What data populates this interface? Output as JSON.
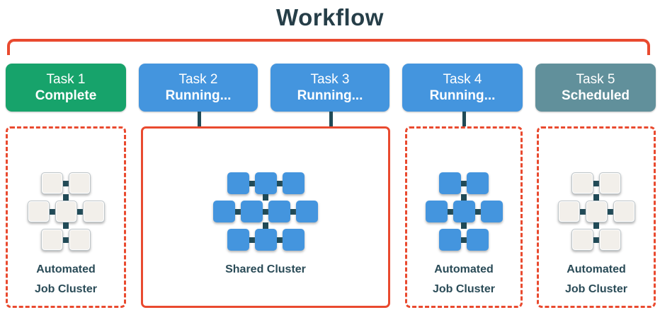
{
  "title": "Workflow",
  "tasks": [
    {
      "name": "Task 1",
      "status": "Complete",
      "state": "complete"
    },
    {
      "name": "Task 2",
      "status": "Running...",
      "state": "running"
    },
    {
      "name": "Task 3",
      "status": "Running...",
      "state": "running"
    },
    {
      "name": "Task 4",
      "status": "Running...",
      "state": "running"
    },
    {
      "name": "Task 5",
      "status": "Scheduled",
      "state": "scheduled"
    }
  ],
  "clusters": [
    {
      "label_line1": "Automated",
      "label_line2": "Job Cluster",
      "nodes": "idle",
      "rows": [
        2,
        3,
        2
      ],
      "border": "dashed"
    },
    {
      "label_line1": "Shared Cluster",
      "label_line2": "",
      "nodes": "active",
      "rows": [
        3,
        4,
        3
      ],
      "border": "solid"
    },
    {
      "label_line1": "Automated",
      "label_line2": "Job Cluster",
      "nodes": "active",
      "rows": [
        2,
        3,
        2
      ],
      "border": "dashed"
    },
    {
      "label_line1": "Automated",
      "label_line2": "Job Cluster",
      "nodes": "idle",
      "rows": [
        2,
        3,
        2
      ],
      "border": "dashed"
    }
  ],
  "colors": {
    "task_complete": "#17A36B",
    "task_running": "#4495DE",
    "task_scheduled": "#61909B",
    "bracket_red": "#E94A2F",
    "cluster_border_red": "#E94A2F",
    "arrow_dark_teal": "#204A57",
    "node_active_blue": "#4495DE",
    "node_idle_white": "#F2EFEA",
    "title_text": "#263E48"
  }
}
